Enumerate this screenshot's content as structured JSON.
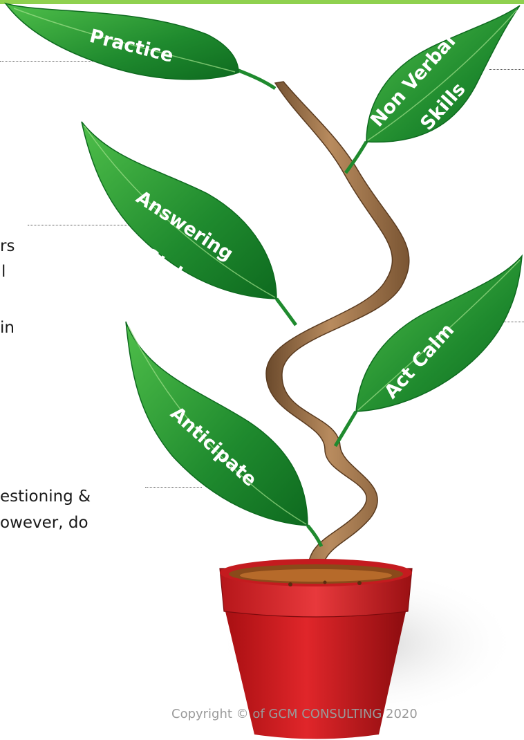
{
  "background": "#ffffff",
  "accent_color": "#8fd14f",
  "leaf_color": "#1f8a2e",
  "pot_color": "#c8181c",
  "leaves": [
    {
      "label": "Practice"
    },
    {
      "label": "Non Verbal",
      "label_line2": "Skills"
    },
    {
      "label": "Answering",
      "label_line2": "Style"
    },
    {
      "label": "Act Calm"
    },
    {
      "label": "Anticipate"
    }
  ],
  "text_fragments": [
    {
      "text": "rs"
    },
    {
      "text": "l"
    },
    {
      "text": "in"
    },
    {
      "text": "estioning &"
    },
    {
      "text": "owever, do"
    }
  ],
  "copyright": "Copyright © of GCM CONSULTING 2020",
  "icons": [
    "plant-icon",
    "pot-icon",
    "stem-icon"
  ]
}
